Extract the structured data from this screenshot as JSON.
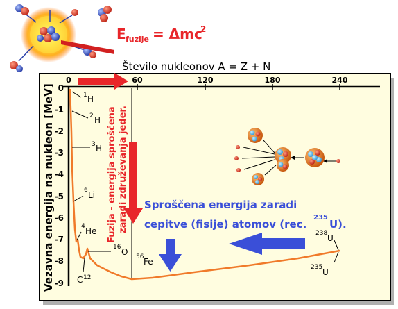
{
  "equation": {
    "e": "E",
    "sub": "fuzije",
    "rest": " = Δmc",
    "sup": "2"
  },
  "x_axis": {
    "label": "Število nukleonov A = Z + N",
    "ticks": [
      "0",
      "60",
      "120",
      "180",
      "240"
    ]
  },
  "y_axis": {
    "label": "Vezavna energija na nukleon [MeV]",
    "ticks": [
      "0",
      "-1",
      "-2",
      "-3",
      "-4",
      "-5",
      "-6",
      "-7",
      "-8",
      "-9"
    ]
  },
  "fusion_text": [
    "Fuzija - energija sproščena",
    "zaradi združevanja jeder."
  ],
  "fission_text": {
    "line1": "Sproščena energija zaradi",
    "line2_pre": "cepitve (fisije) atomov (rec. ",
    "sup": "235",
    "line2_post": "U)."
  },
  "nuclides": {
    "h1": {
      "sup": "1",
      "sym": "H"
    },
    "h2": {
      "sup": "2",
      "sym": "H"
    },
    "h3": {
      "sup": "3",
      "sym": "H"
    },
    "li6": {
      "sup": "6",
      "sym": "Li"
    },
    "he4": {
      "sup": "4",
      "sym": "He"
    },
    "o16": {
      "sup": "16",
      "sym": "O"
    },
    "c12": {
      "sym": "C",
      "sup": "12"
    },
    "fe56": {
      "sup": "56",
      "sym": "Fe"
    },
    "u238": {
      "sup": "238",
      "sym": "U"
    },
    "u235": {
      "sup": "235",
      "sym": "U"
    }
  },
  "colors": {
    "curve": "#f07a2a",
    "fusion": "#e8262a",
    "fission": "#3a4fd8",
    "chart_bg": "#fffde0",
    "equation": "#e8262a"
  }
}
